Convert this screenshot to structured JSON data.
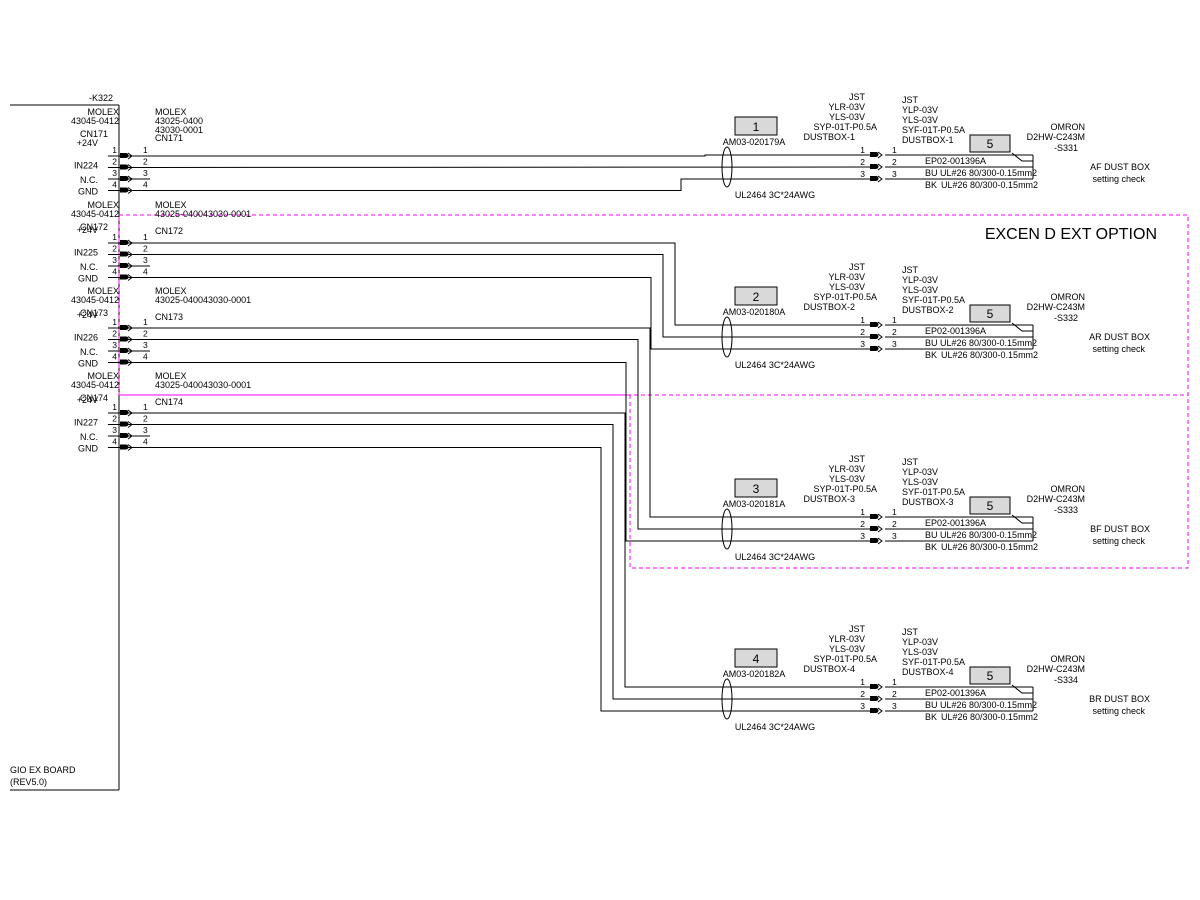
{
  "board": {
    "ref": "-K322",
    "name": "GIO EX BOARD",
    "rev": "(REV5.0)"
  },
  "option_label": "EXCEN D EXT OPTION",
  "pin_labels": [
    "1",
    "2",
    "3",
    "4"
  ],
  "signal_labels": [
    "+24V",
    "N.C.",
    "GND"
  ],
  "bk_label": "BK",
  "channels": [
    {
      "mfr_board": "MOLEX",
      "board_part": "43045-0412",
      "board_cn": "CN171",
      "mfr_plug": "MOLEX",
      "plug_part_a": "43025-0400",
      "plug_part_b": "43030-0001",
      "plug_cn": "CN171",
      "in_signal": "IN224",
      "cable_no": "1",
      "cable_part": "AM03-020179A",
      "cable_spec": "UL2464 3C*24AWG",
      "jst_mfr": "JST",
      "jst_a1": "YLR-03V",
      "jst_a2": "YLS-03V",
      "jst_a3": "SYP-01T-P0.5A",
      "jst_a_name": "DUSTBOX-1",
      "jst_b1": "YLP-03V",
      "jst_b2": "YLS-03V",
      "jst_b3": "SYF-01T-P0.5A",
      "jst_b_name": "DUSTBOX-1",
      "sensor_no": "5",
      "sensor_mfr": "OMRON",
      "sensor_model": "D2HW-C243M",
      "sensor_ref": "-S331",
      "sensor_part": "EP02-001396A",
      "wire_spec": "BU UL#26 80/300-0.15mm2",
      "wire_spec_bk": "UL#26 80/300-0.15mm2",
      "function": "AF DUST BOX",
      "function_sub": "setting check"
    },
    {
      "mfr_board": "MOLEX",
      "board_part": "43045-0412",
      "board_cn": "CN172",
      "mfr_plug": "MOLEX",
      "plug_part_a": "43025-040043030-0001",
      "plug_part_b": "",
      "plug_cn": "CN172",
      "in_signal": "IN225",
      "cable_no": "2",
      "cable_part": "AM03-020180A",
      "cable_spec": "UL2464 3C*24AWG",
      "jst_mfr": "JST",
      "jst_a1": "YLR-03V",
      "jst_a2": "YLS-03V",
      "jst_a3": "SYP-01T-P0.5A",
      "jst_a_name": "DUSTBOX-2",
      "jst_b1": "YLP-03V",
      "jst_b2": "YLS-03V",
      "jst_b3": "SYF-01T-P0.5A",
      "jst_b_name": "DUSTBOX-2",
      "sensor_no": "5",
      "sensor_mfr": "OMRON",
      "sensor_model": "D2HW-C243M",
      "sensor_ref": "-S332",
      "sensor_part": "EP02-001396A",
      "wire_spec": "BU UL#26 80/300-0.15mm2",
      "wire_spec_bk": "UL#26 80/300-0.15mm2",
      "function": "AR DUST BOX",
      "function_sub": "setting check"
    },
    {
      "mfr_board": "MOLEX",
      "board_part": "43045-0412",
      "board_cn": "CN173",
      "mfr_plug": "MOLEX",
      "plug_part_a": "43025-040043030-0001",
      "plug_part_b": "",
      "plug_cn": "CN173",
      "in_signal": "IN226",
      "cable_no": "3",
      "cable_part": "AM03-020181A",
      "cable_spec": "UL2464 3C*24AWG",
      "jst_mfr": "JST",
      "jst_a1": "YLR-03V",
      "jst_a2": "YLS-03V",
      "jst_a3": "SYP-01T-P0.5A",
      "jst_a_name": "DUSTBOX-3",
      "jst_b1": "YLP-03V",
      "jst_b2": "YLS-03V",
      "jst_b3": "SYF-01T-P0.5A",
      "jst_b_name": "DUSTBOX-3",
      "sensor_no": "5",
      "sensor_mfr": "OMRON",
      "sensor_model": "D2HW-C243M",
      "sensor_ref": "-S333",
      "sensor_part": "EP02-001396A",
      "wire_spec": "BU UL#26 80/300-0.15mm2",
      "wire_spec_bk": "UL#26 80/300-0.15mm2",
      "function": "BF DUST BOX",
      "function_sub": "setting check"
    },
    {
      "mfr_board": "MOLEX",
      "board_part": "43045-0412",
      "board_cn": "CN174",
      "mfr_plug": "MOLEX",
      "plug_part_a": "43025-040043030-0001",
      "plug_part_b": "",
      "plug_cn": "CN174",
      "in_signal": "IN227",
      "cable_no": "4",
      "cable_part": "AM03-020182A",
      "cable_spec": "UL2464 3C*24AWG",
      "jst_mfr": "JST",
      "jst_a1": "YLR-03V",
      "jst_a2": "YLS-03V",
      "jst_a3": "SYP-01T-P0.5A",
      "jst_a_name": "DUSTBOX-4",
      "jst_b1": "YLP-03V",
      "jst_b2": "YLS-03V",
      "jst_b3": "SYF-01T-P0.5A",
      "jst_b_name": "DUSTBOX-4",
      "sensor_no": "5",
      "sensor_mfr": "OMRON",
      "sensor_model": "D2HW-C243M",
      "sensor_ref": "-S334",
      "sensor_part": "EP02-001396A",
      "wire_spec": "BU UL#26 80/300-0.15mm2",
      "wire_spec_bk": "UL#26 80/300-0.15mm2",
      "function": "BR DUST BOX",
      "function_sub": "setting check"
    }
  ]
}
